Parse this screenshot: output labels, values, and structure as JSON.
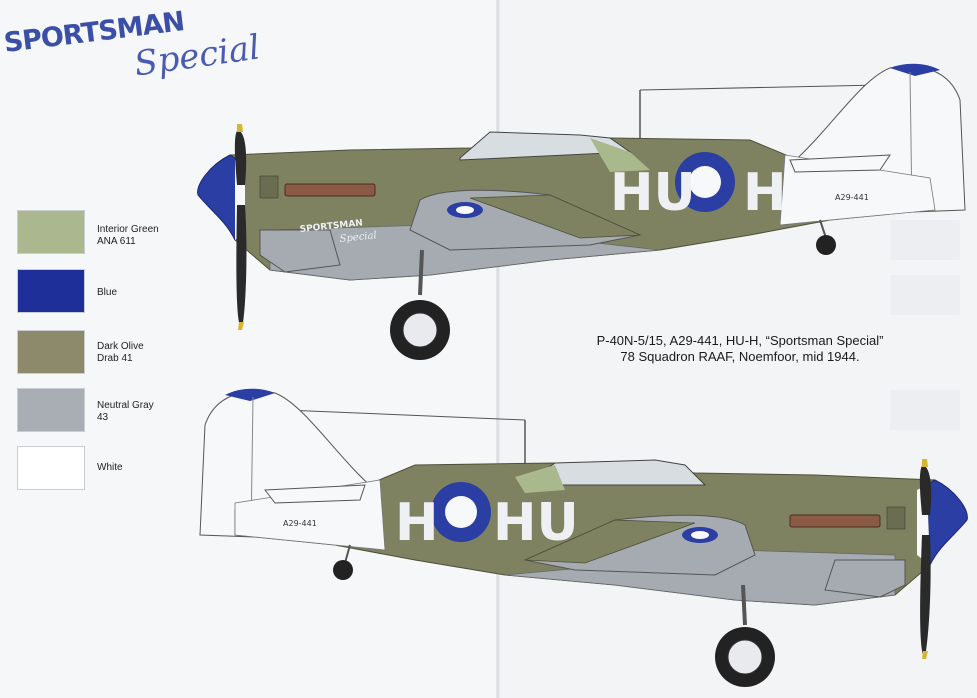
{
  "logo": {
    "line1": "SPORTSMAN",
    "line2": "Special"
  },
  "fuselage_art": {
    "line1": "SPORTSMAN",
    "line2": "Special"
  },
  "legend": [
    {
      "color": "#abb88f",
      "line1": "Interior Green",
      "line2": "ANA 611"
    },
    {
      "color": "#1f2f9a",
      "line1": "Blue",
      "line2": ""
    },
    {
      "color": "#8c8a6b",
      "line1": "Dark Olive",
      "line2": "Drab 41"
    },
    {
      "color": "#a9aeb4",
      "line1": "Neutral Gray",
      "line2": "43"
    },
    {
      "color": "#ffffff",
      "line1": "White",
      "line2": ""
    }
  ],
  "caption": {
    "line1": "P-40N-5/15, A29-441, HU-H, “Sportsman Special”",
    "line2": "78 Squadron RAAF, Noemfoor, mid 1944."
  },
  "markings": {
    "serial": "A29-441",
    "code_left": "HU",
    "code_right": "H"
  },
  "colors": {
    "olive": "#7f8260",
    "olive_dark": "#6d7052",
    "gray": "#a6abb2",
    "white": "#f7f8fa",
    "blue": "#2b3ea3",
    "interior_green": "#aab98d",
    "prop": "#2a2a2a",
    "prop_tip": "#d8b531"
  }
}
